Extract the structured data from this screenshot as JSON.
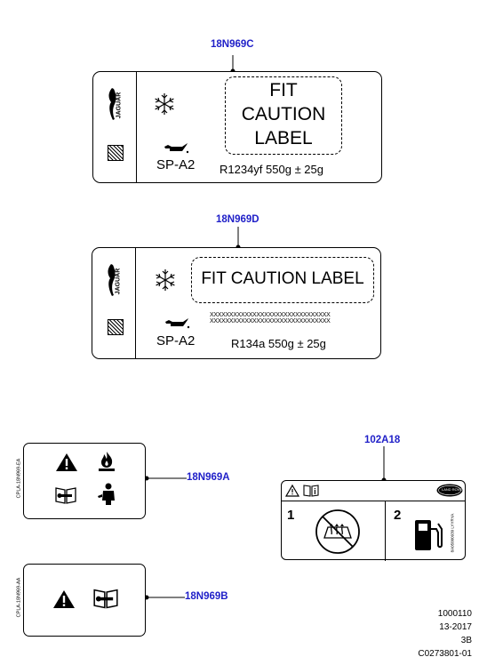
{
  "labels": {
    "c": {
      "callout": "18N969C",
      "brand": "JAGUAR",
      "fit_text": [
        "FIT",
        "CAUTION",
        "LABEL"
      ],
      "oil_code": "SP-A2",
      "refrigerant": "R1234yf 550g ± 25g"
    },
    "d": {
      "callout": "18N969D",
      "brand": "JAGUAR",
      "fit_text": "FIT CAUTION LABEL",
      "xline1": "XXXXXXXXXXXXXXXXXXXXXXXXXXXXXXX",
      "xline2": "XXXXXXXXXXXXXXXXXXXXXXXXXXXXXXX",
      "oil_code": "SP-A2",
      "refrigerant": "R134a 550g ± 25g"
    },
    "a": {
      "callout": "18N969A",
      "side_code": "CPLA-18N969-EA"
    },
    "b": {
      "callout": "18N969B",
      "side_code": "CPLA-18N969-AA"
    },
    "lr": {
      "callout": "102A18",
      "logo_text": "LAND ROVER",
      "num1": "1",
      "num2": "2",
      "side_code": "8A05000930 LYYRYA"
    }
  },
  "footer": {
    "line1": "1000110",
    "line2": "13-2017",
    "line3": "3B",
    "line4": "C0273801-01"
  }
}
